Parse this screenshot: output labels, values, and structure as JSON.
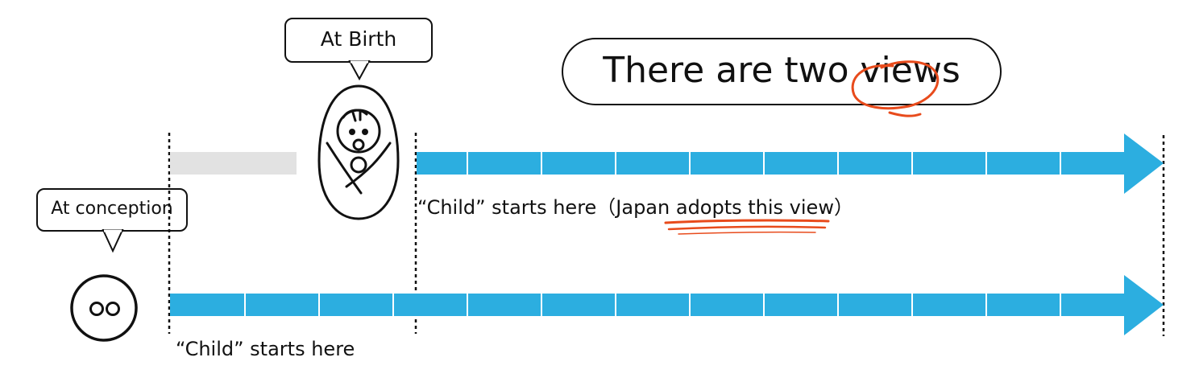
{
  "title": {
    "text": "There are two views"
  },
  "bubbles": {
    "birth": "At Birth",
    "conception": "At conception"
  },
  "labels": {
    "birth_child": "“Child” starts here（Japan adopts this view）",
    "conception_child": "“Child” starts here"
  },
  "icons": {
    "baby": "swaddled-baby-icon",
    "embryo": "fertilized-egg-icon"
  },
  "colors": {
    "arrow": "#2caee0",
    "dotted_line": "#111111",
    "gray_bar": "#e2e2e2",
    "highlight": "#e84b1c"
  }
}
